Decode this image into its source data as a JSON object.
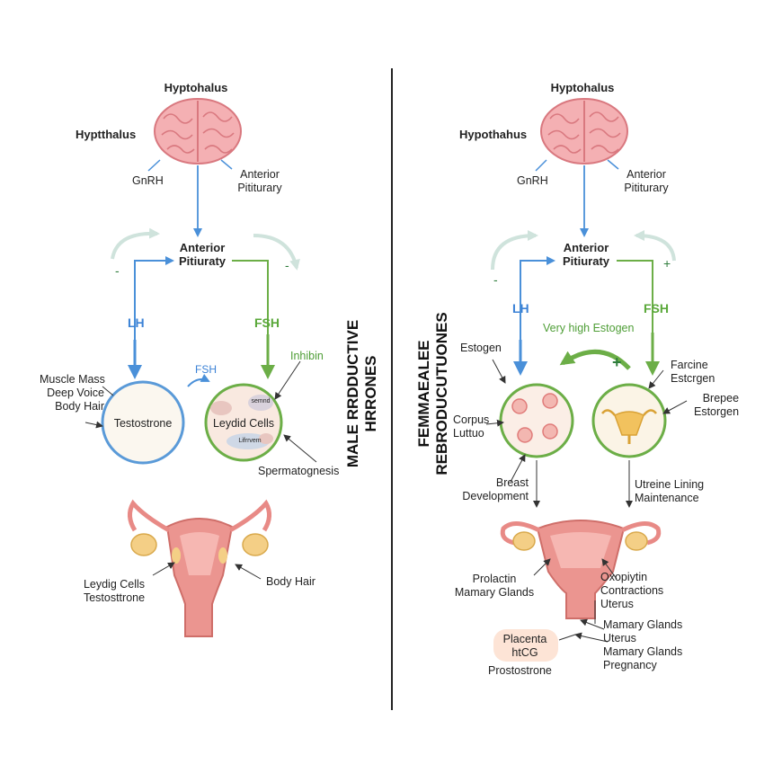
{
  "male": {
    "top_hypothalamus": "Hyptohalus",
    "left_hypothalamus": "Hyptthalus",
    "gnrh": "GnRH",
    "anterior_pituitary_upper": [
      "Anterior",
      "Pititurary"
    ],
    "anterior_pituitary_center": [
      "Anterior",
      "Pitiuraty"
    ],
    "minus_left": "-",
    "minus_right": "-",
    "lh": "LH",
    "fsh": "FSH",
    "fsh_small": "FSH",
    "inhibin": "Inhibin",
    "effects": [
      "Muscle Mass",
      "Deep Voice",
      "Body Hair"
    ],
    "testosterone": "Testostrone",
    "leydig_cells": "Leydid Cells",
    "cell_tag_top": "semnd",
    "cell_tag_bottom": "Lifrrvem",
    "spermatogenesis": "Spermatognesis",
    "bottom_left": [
      "Leydig Cells",
      "Testosttrone"
    ],
    "body_hair": "Body Hair",
    "title": [
      "MALE RRDDUCTIVE",
      "HRRONES"
    ]
  },
  "female": {
    "top_hypothalamus": "Hyptohalus",
    "left_hypothalamus": "Hypothahus",
    "gnrh": "GnRH",
    "anterior_pituitary_upper": [
      "Anterior",
      "Pititurary"
    ],
    "anterior_pituitary_center": [
      "Anterior",
      "Pitiuraty"
    ],
    "minus": "-",
    "plus_top": "+",
    "plus_mid": "+",
    "lh": "LH",
    "fsh": "FSH",
    "very_high_estrogen": "Very high Estogen",
    "estrogen_left": "Estogen",
    "corpus_luteum": [
      "Corpus",
      "Luttuo"
    ],
    "right_top": [
      "Farcine",
      "Estcrgen"
    ],
    "right_mid": [
      "Brepee",
      "Estorgen"
    ],
    "breast": [
      "Breast",
      "Development"
    ],
    "uterine_lining": [
      "Utreine Lining",
      "Maintenance"
    ],
    "prolactin": [
      "Prolactin",
      "Mamary Glands"
    ],
    "oxytocin": [
      "Oxopiytin",
      "Contractions",
      "Uterus"
    ],
    "lower_right": [
      "Mamary Glands",
      "Uterus",
      "Mamary Glands",
      "Pregnancy"
    ],
    "placenta": [
      "Placenta",
      "htCG"
    ],
    "progesterone": "Prostostrone",
    "title": [
      "FEMMAEALEE",
      "REBRODUCUTUONES"
    ]
  },
  "colors": {
    "blue_arrow": "#4a90d9",
    "green_arrow": "#6cae47",
    "brain": "#f2a3a8",
    "uterus": "#e98a86",
    "ovary": "#f4cf86",
    "divider": "#222222"
  }
}
